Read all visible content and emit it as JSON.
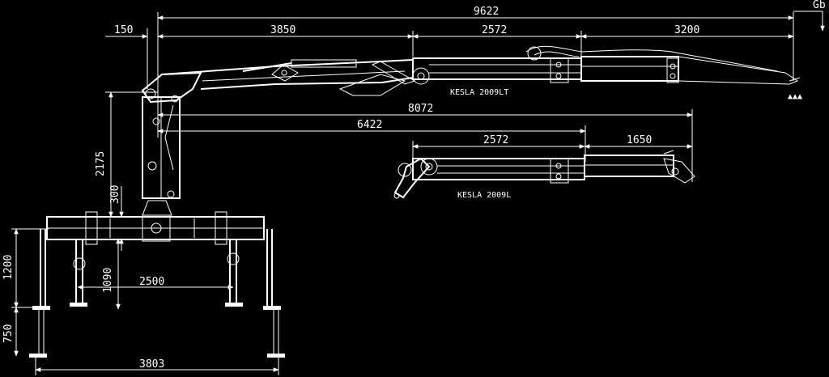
{
  "dimensions": {
    "total_reach": "9622",
    "offset": "150",
    "main_boom": "3850",
    "extension_1": "2572",
    "extension_2": "3200",
    "reach_lt": "8072",
    "reach_l": "6422",
    "extension_l": "2572",
    "tip_l": "1650",
    "column_height": "2175",
    "base_offset": "300",
    "inner_legs": "1200",
    "leg_extension": "750",
    "frame_height": "1090",
    "inner_width": "2500",
    "outer_width": "3803"
  },
  "labels": {
    "model_lt": "KESLA 2009LT",
    "model_l": "KESLA 2009L",
    "load_marker": "Gb"
  }
}
